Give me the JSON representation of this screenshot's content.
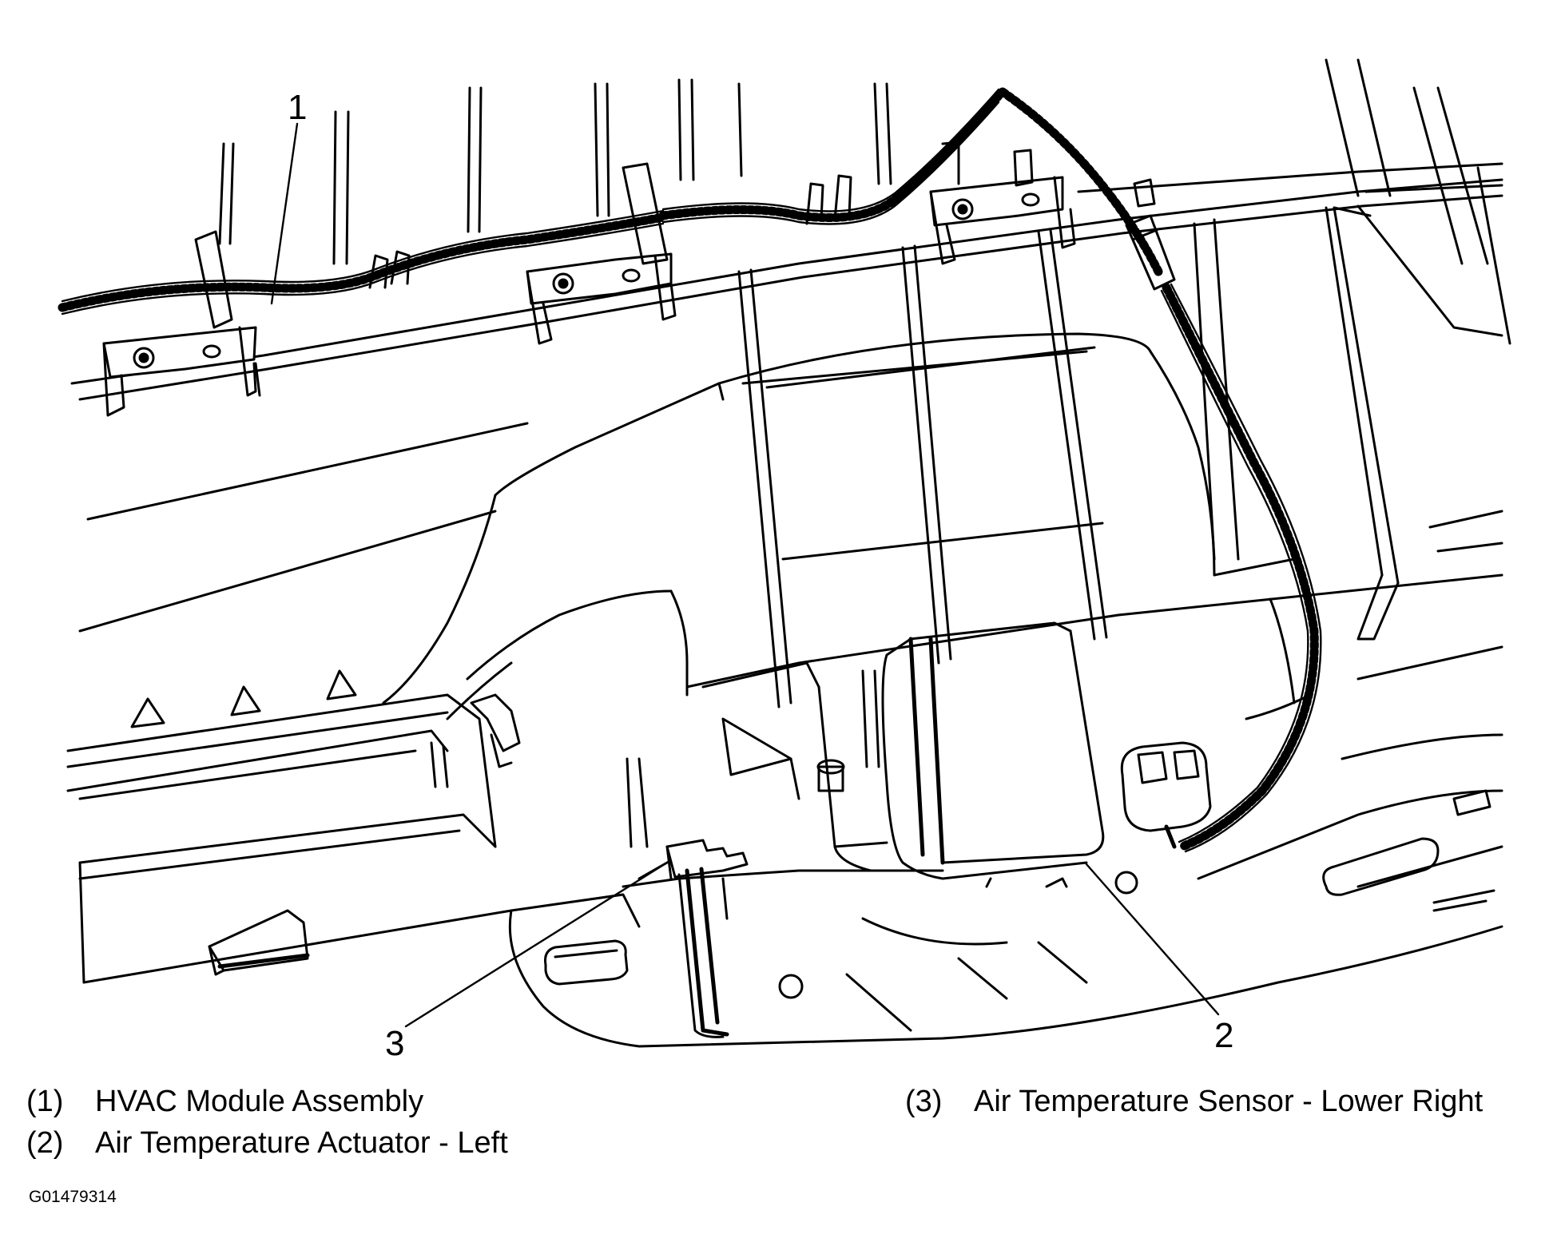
{
  "diagram": {
    "callouts": [
      {
        "id": "1",
        "number": "1"
      },
      {
        "id": "2",
        "number": "2"
      },
      {
        "id": "3",
        "number": "3"
      }
    ],
    "legend": [
      {
        "number": "(1)",
        "label": "HVAC Module Assembly"
      },
      {
        "number": "(2)",
        "label": "Air Temperature Actuator - Left"
      },
      {
        "number": "(3)",
        "label": "Air Temperature Sensor - Lower Right"
      }
    ],
    "figure_id": "G01479314"
  }
}
